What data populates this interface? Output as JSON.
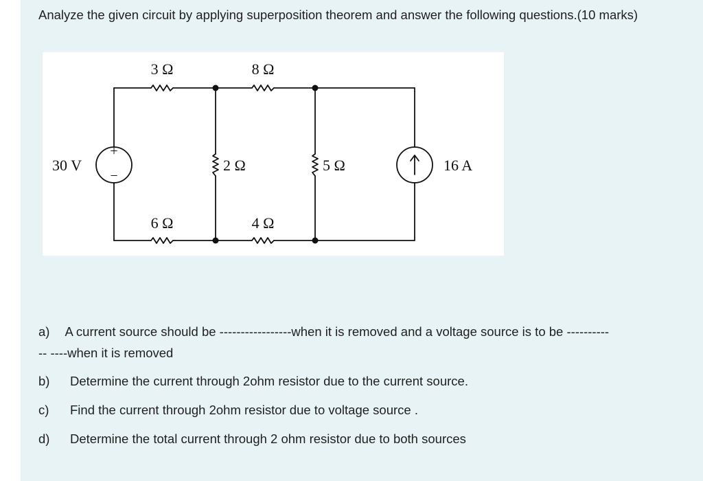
{
  "question": {
    "text": "Analyze the given circuit by applying superposition theorem and answer the following questions.(10 marks)"
  },
  "circuit": {
    "r_top_left": "3 Ω",
    "r_top_right": "8 Ω",
    "r_mid_left": "2 Ω",
    "r_mid_right": "5 Ω",
    "r_bottom_left": "6 Ω",
    "r_bottom_right": "4 Ω",
    "voltage_source": "30 V",
    "plus_sign": "+",
    "minus_sign": "−",
    "current_source": "16 A"
  },
  "subquestions": {
    "a": {
      "letter": "a)",
      "line1_start": "A current source should be ",
      "blank1": "-----------------",
      "line1_mid": "when it is removed and a voltage source is to be ",
      "blank2": "----------",
      "line2_blank": "-- ----",
      "line2_end": "when it is removed"
    },
    "b": {
      "letter": "b)",
      "text": "Determine the current through 2ohm resistor due to the current source."
    },
    "c": {
      "letter": "c)",
      "text": "Find the  current through 2ohm resistor due to voltage source ."
    },
    "d": {
      "letter": "d)",
      "text": "Determine the total current  through 2 ohm resistor  due to both sources"
    }
  }
}
